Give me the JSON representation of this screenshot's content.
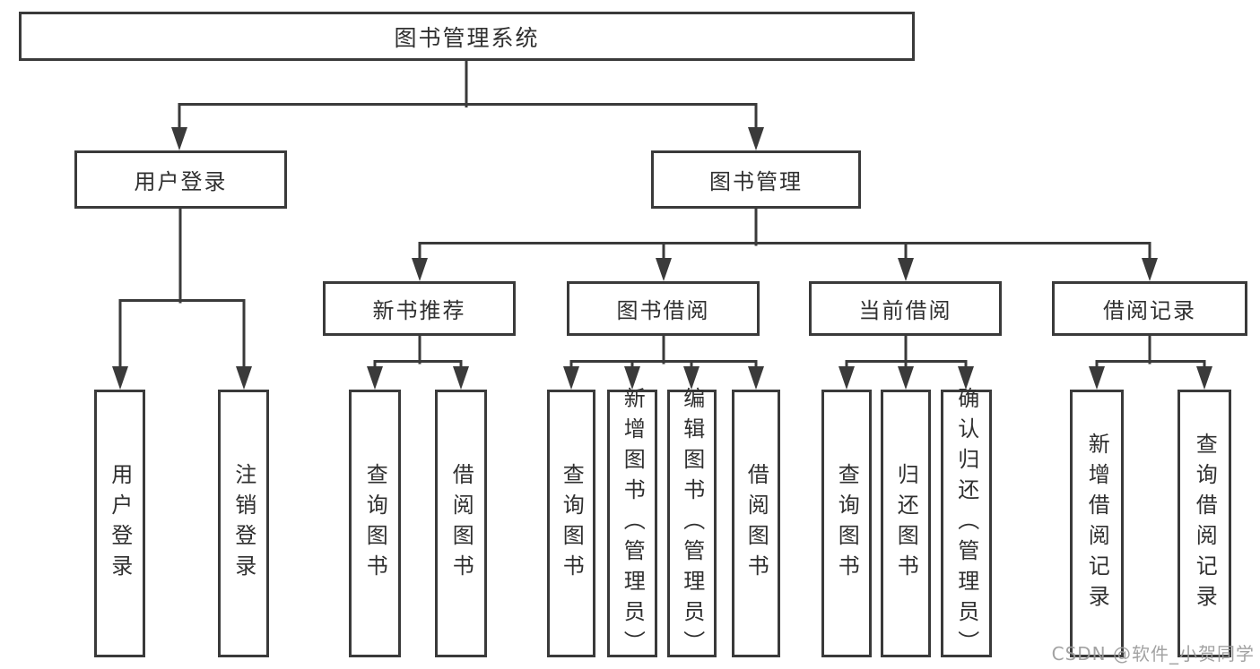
{
  "page": {
    "background": "#ffffff"
  },
  "colors": {
    "line": "#3a3a3a",
    "box_border": "#3a3a3a",
    "text": "#303030",
    "watermark": "#9b9b9b"
  },
  "watermark": {
    "text": "CSDN @软件_小贺同学"
  },
  "tree": {
    "root": {
      "label": "图书管理系统"
    },
    "branches": [
      {
        "label": "用户登录",
        "children": [
          {
            "label": "用户登录"
          },
          {
            "label": "注销登录"
          }
        ]
      },
      {
        "label": "图书管理",
        "children": [
          {
            "label": "新书推荐",
            "children": [
              {
                "label": "查询图书"
              },
              {
                "label": "借阅图书"
              }
            ]
          },
          {
            "label": "图书借阅",
            "children": [
              {
                "label": "查询图书"
              },
              {
                "label": "新增图书（管理员）"
              },
              {
                "label": "编辑图书（管理员）"
              },
              {
                "label": "借阅图书"
              }
            ]
          },
          {
            "label": "当前借阅",
            "children": [
              {
                "label": "查询图书"
              },
              {
                "label": "归还图书"
              },
              {
                "label": "确认归还（管理员）"
              }
            ]
          },
          {
            "label": "借阅记录",
            "children": [
              {
                "label": "新增借阅记录"
              },
              {
                "label": "查询借阅记录"
              }
            ]
          }
        ]
      }
    ]
  }
}
